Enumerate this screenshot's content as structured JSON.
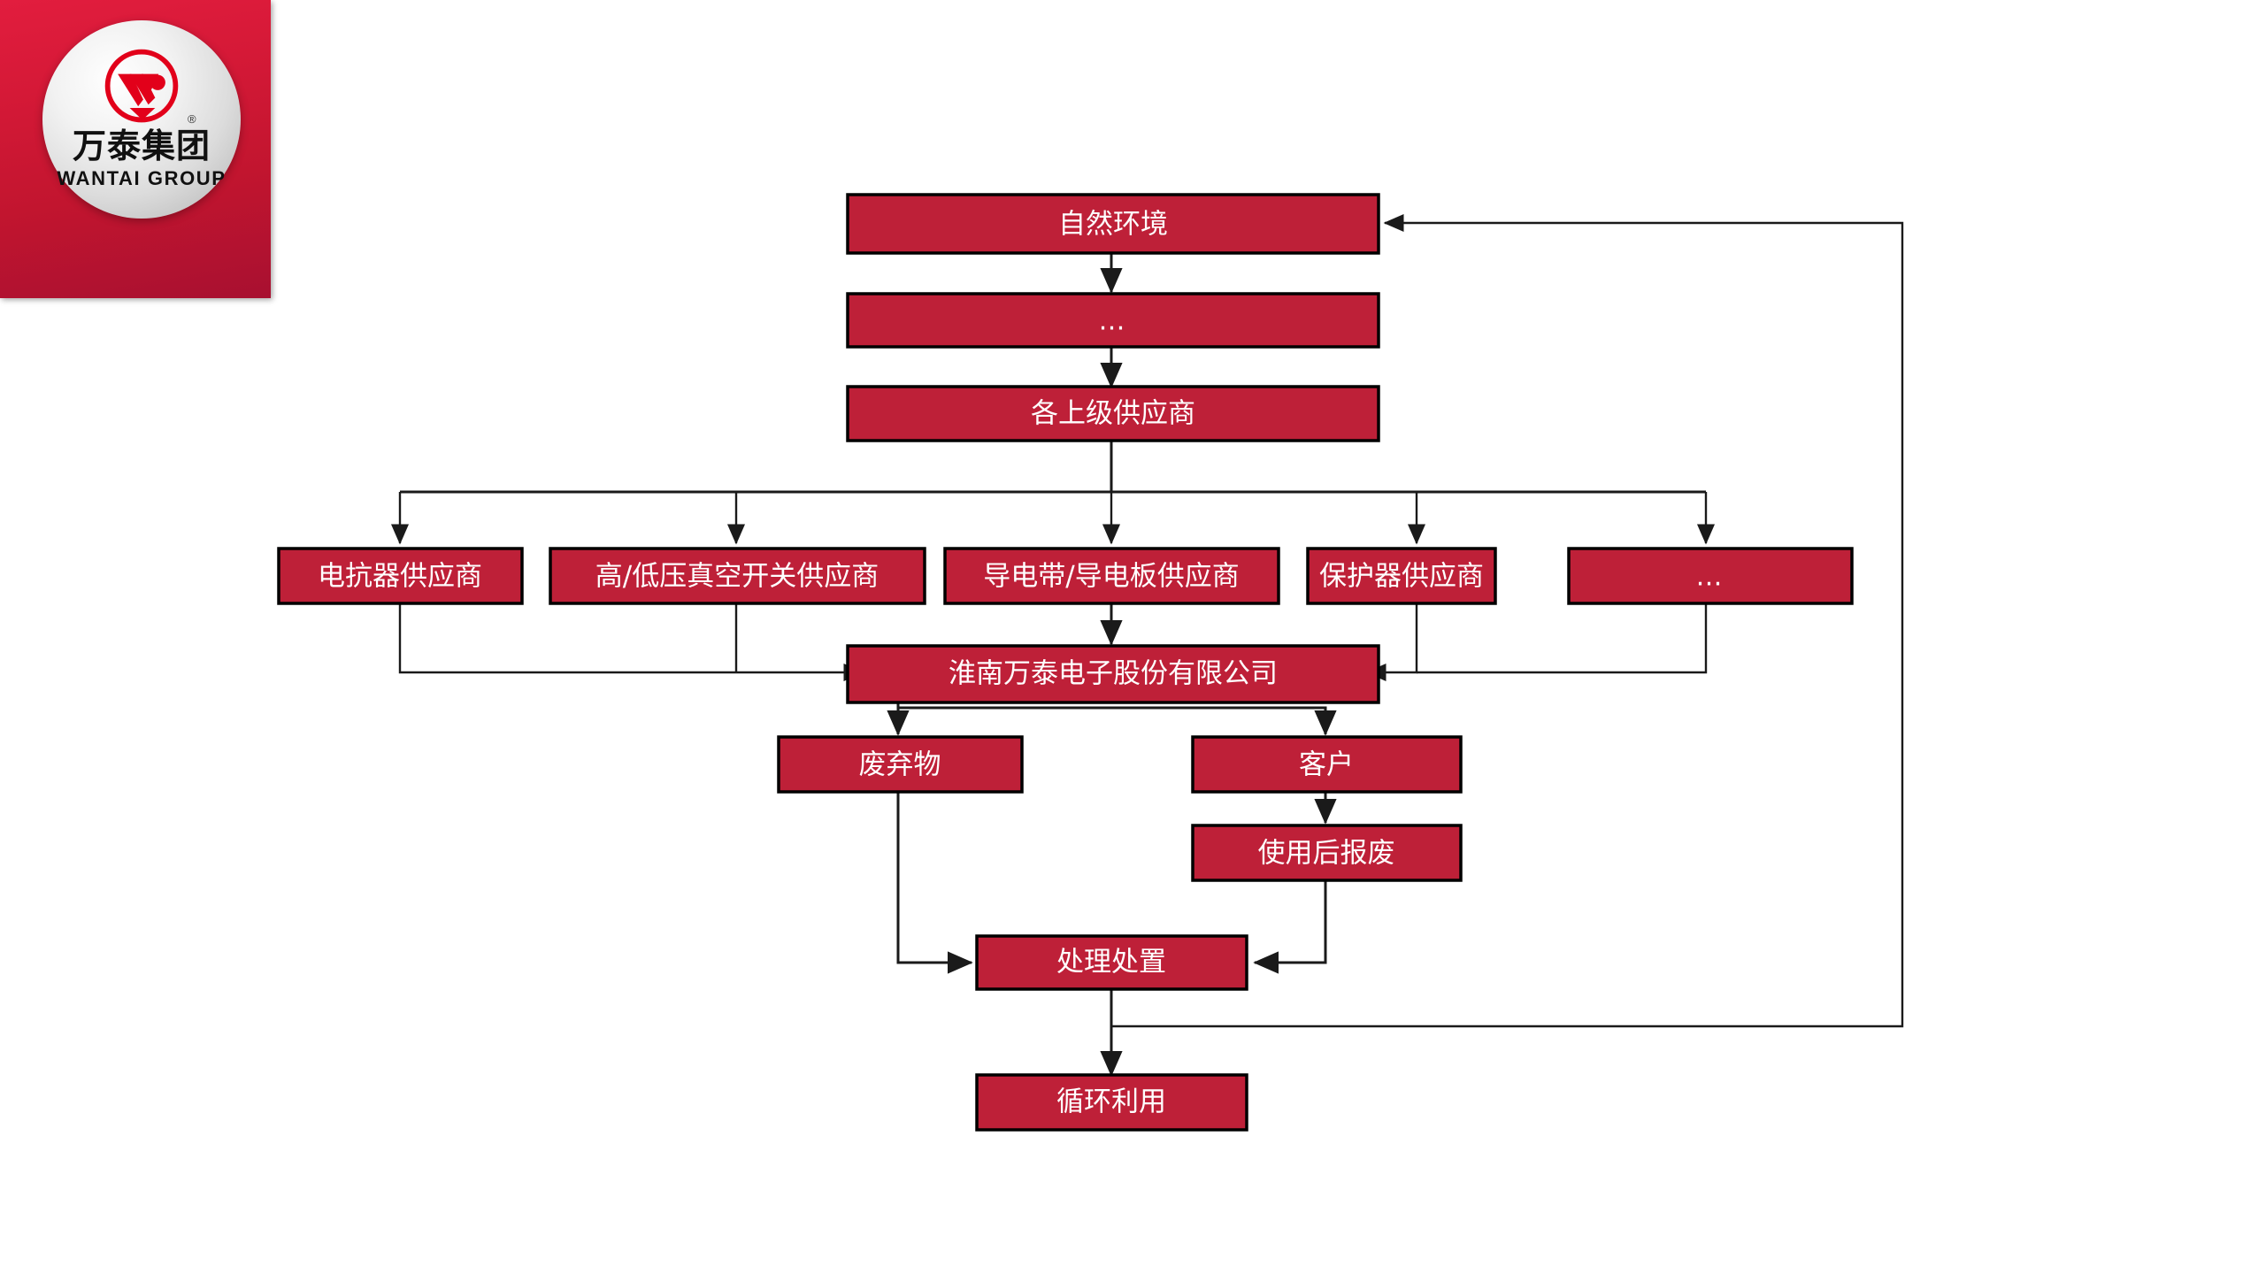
{
  "logo": {
    "name_cn": "万泰集团",
    "name_en": "WANTAI GROUP",
    "registered_mark": "®",
    "panel_gradient_top": "#e21d3e",
    "panel_gradient_bottom": "#a81030",
    "mark_color": "#e2001a"
  },
  "diagram": {
    "box_fill": "#be2038",
    "box_border": "#000000",
    "box_text_color": "#ffffff",
    "connector_color": "#1a1a1a",
    "nodes": {
      "natural_environment": "自然环境",
      "upstream_ellipsis": "…",
      "upper_suppliers": "各上级供应商",
      "reactor_supplier": "电抗器供应商",
      "vacuum_switch_supplier": "高/低压真空开关供应商",
      "conductive_strip_supplier": "导电带/导电板供应商",
      "protector_supplier": "保护器供应商",
      "supplier_ellipsis": "…",
      "company": "淮南万泰电子股份有限公司",
      "waste": "废弃物",
      "customer": "客户",
      "scrap_after_use": "使用后报废",
      "treatment_disposal": "处理处置",
      "recycling": "循环利用"
    },
    "edges": [
      {
        "from": "自然环境",
        "to": "…"
      },
      {
        "from": "…",
        "to": "各上级供应商"
      },
      {
        "from": "各上级供应商",
        "to": "电抗器供应商"
      },
      {
        "from": "各上级供应商",
        "to": "高/低压真空开关供应商"
      },
      {
        "from": "各上级供应商",
        "to": "导电带/导电板供应商"
      },
      {
        "from": "各上级供应商",
        "to": "保护器供应商"
      },
      {
        "from": "各上级供应商",
        "to": "…"
      },
      {
        "from": "电抗器供应商",
        "to": "淮南万泰电子股份有限公司"
      },
      {
        "from": "高/低压真空开关供应商",
        "to": "淮南万泰电子股份有限公司"
      },
      {
        "from": "导电带/导电板供应商",
        "to": "淮南万泰电子股份有限公司"
      },
      {
        "from": "保护器供应商",
        "to": "淮南万泰电子股份有限公司"
      },
      {
        "from": "…",
        "to": "淮南万泰电子股份有限公司"
      },
      {
        "from": "淮南万泰电子股份有限公司",
        "to": "废弃物"
      },
      {
        "from": "淮南万泰电子股份有限公司",
        "to": "客户"
      },
      {
        "from": "客户",
        "to": "使用后报废"
      },
      {
        "from": "废弃物",
        "to": "处理处置"
      },
      {
        "from": "使用后报废",
        "to": "处理处置"
      },
      {
        "from": "处理处置",
        "to": "循环利用"
      },
      {
        "from": "处理处置",
        "to": "自然环境"
      }
    ]
  }
}
